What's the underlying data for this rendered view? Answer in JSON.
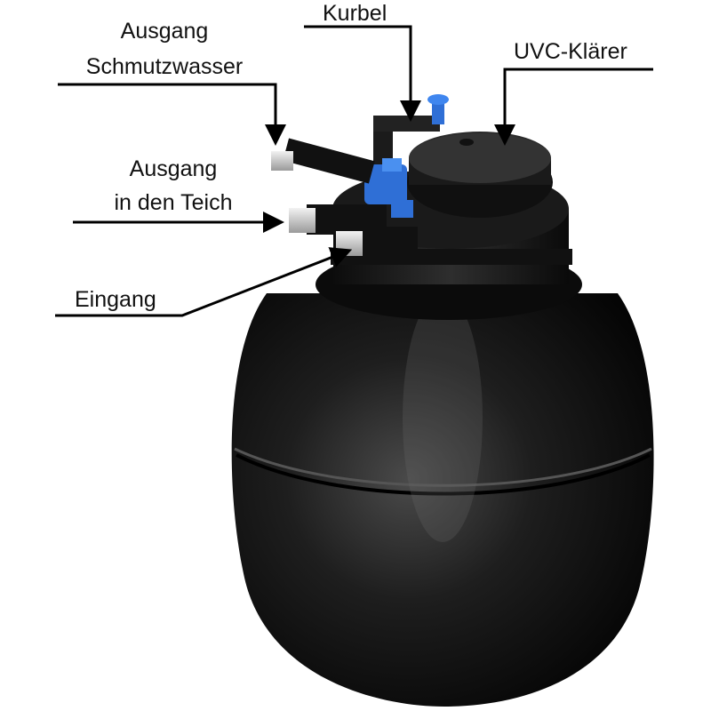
{
  "labels": {
    "kurbel": "Kurbel",
    "schmutz_line1": "Ausgang",
    "schmutz_line2": "Schmutzwasser",
    "uvc": "UVC-Klärer",
    "teich_line1": "Ausgang",
    "teich_line2": "in den Teich",
    "eingang": "Eingang"
  },
  "colors": {
    "body": "#151515",
    "accent_blue": "#2f6fd6",
    "line": "#000000"
  }
}
